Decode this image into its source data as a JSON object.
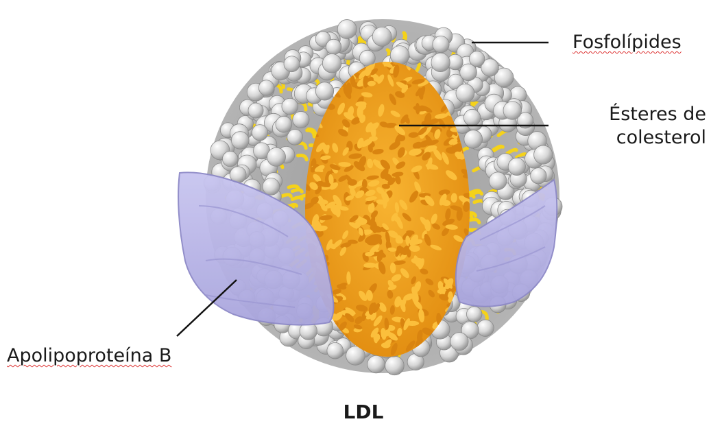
{
  "labels": {
    "phospholipids": "Fosfolípides",
    "cholesterol_esters_line1": "Ésteres de",
    "cholesterol_esters_line2": "colesterol",
    "apolipoprotein": "Apolipoproteína B",
    "title": "LDL"
  },
  "colors": {
    "phospholipid_head": "#dcdcdc",
    "phospholipid_tail": "#f5d21a",
    "core": "#f0a020",
    "apolipoprotein": "#b6b3e6",
    "leader_line": "#111111"
  }
}
